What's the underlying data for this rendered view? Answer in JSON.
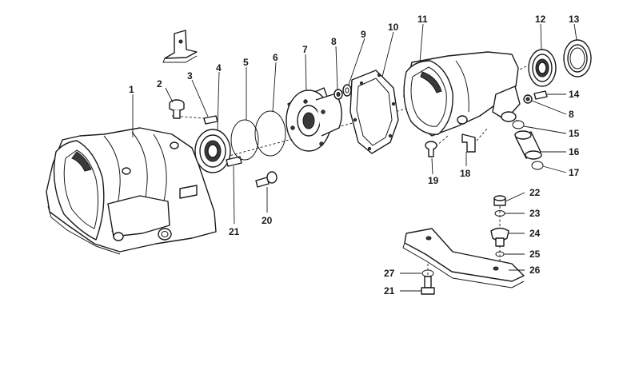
{
  "callouts": [
    {
      "key": "c1",
      "label": "1"
    },
    {
      "key": "c2",
      "label": "2"
    },
    {
      "key": "c3",
      "label": "3"
    },
    {
      "key": "c4",
      "label": "4"
    },
    {
      "key": "c5",
      "label": "5"
    },
    {
      "key": "c6",
      "label": "6"
    },
    {
      "key": "c7",
      "label": "7"
    },
    {
      "key": "c8a",
      "label": "8"
    },
    {
      "key": "c9",
      "label": "9"
    },
    {
      "key": "c10",
      "label": "10"
    },
    {
      "key": "c11",
      "label": "11"
    },
    {
      "key": "c12",
      "label": "12"
    },
    {
      "key": "c13",
      "label": "13"
    },
    {
      "key": "c14",
      "label": "14"
    },
    {
      "key": "c8b",
      "label": "8"
    },
    {
      "key": "c15",
      "label": "15"
    },
    {
      "key": "c16",
      "label": "16"
    },
    {
      "key": "c17",
      "label": "17"
    },
    {
      "key": "c18",
      "label": "18"
    },
    {
      "key": "c19",
      "label": "19"
    },
    {
      "key": "c20",
      "label": "20"
    },
    {
      "key": "c21a",
      "label": "21"
    },
    {
      "key": "c22",
      "label": "22"
    },
    {
      "key": "c23",
      "label": "23"
    },
    {
      "key": "c24",
      "label": "24"
    },
    {
      "key": "c25",
      "label": "25"
    },
    {
      "key": "c26",
      "label": "26"
    },
    {
      "key": "c27",
      "label": "27"
    },
    {
      "key": "c21b",
      "label": "21"
    }
  ]
}
